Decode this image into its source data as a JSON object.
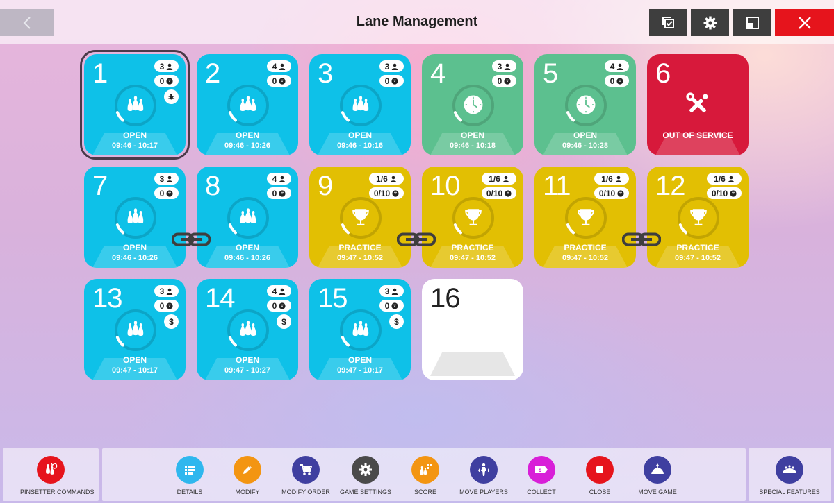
{
  "header": {
    "title": "Lane Management"
  },
  "colors": {
    "open": "#0ec1e8",
    "reserved": "#5cc08f",
    "practice": "#e2bf03",
    "out_of_service": "#d7193b",
    "empty": "#ffffff",
    "close_accent": "#e6141c"
  },
  "lanes": [
    {
      "number": "1",
      "players": "3",
      "balls": "0",
      "status": "OPEN",
      "time": "09:46 - 10:17",
      "icon": "pins-icon",
      "extra": "bug-icon",
      "progress": 0.08
    },
    {
      "number": "2",
      "players": "4",
      "balls": "0",
      "status": "OPEN",
      "time": "09:46 - 10:26",
      "icon": "pins-icon",
      "progress": 0.08
    },
    {
      "number": "3",
      "players": "3",
      "balls": "0",
      "status": "OPEN",
      "time": "09:46 - 10:16",
      "icon": "pins-icon",
      "progress": 0.08
    },
    {
      "number": "4",
      "players": "3",
      "balls": "0",
      "status": "OPEN",
      "time": "09:46 - 10:18",
      "icon": "clock-icon",
      "progress": 0.08
    },
    {
      "number": "5",
      "players": "4",
      "balls": "0",
      "status": "OPEN",
      "time": "09:46 - 10:28",
      "icon": "clock-icon",
      "progress": 0.08
    },
    {
      "number": "6",
      "status": "OUT OF SERVICE",
      "icon": "tools-icon"
    },
    {
      "number": "7",
      "players": "3",
      "balls": "0",
      "status": "OPEN",
      "time": "09:46 - 10:26",
      "icon": "pins-icon",
      "progress": 0.08
    },
    {
      "number": "8",
      "players": "4",
      "balls": "0",
      "status": "OPEN",
      "time": "09:46 - 10:26",
      "icon": "pins-icon",
      "progress": 0.08
    },
    {
      "number": "9",
      "players": "1/6",
      "balls": "0/10",
      "status": "PRACTICE",
      "time": "09:47 - 10:52",
      "icon": "trophy-icon",
      "progress": 0.08
    },
    {
      "number": "10",
      "players": "1/6",
      "balls": "0/10",
      "status": "PRACTICE",
      "time": "09:47 - 10:52",
      "icon": "trophy-icon",
      "progress": 0.08
    },
    {
      "number": "11",
      "players": "1/6",
      "balls": "0/10",
      "status": "PRACTICE",
      "time": "09:47 - 10:52",
      "icon": "trophy-icon",
      "progress": 0.08
    },
    {
      "number": "12",
      "players": "1/6",
      "balls": "0/10",
      "status": "PRACTICE",
      "time": "09:47 - 10:52",
      "icon": "trophy-icon",
      "progress": 0.08
    },
    {
      "number": "13",
      "players": "3",
      "balls": "0",
      "status": "OPEN",
      "time": "09:47 - 10:17",
      "icon": "pins-icon",
      "extra": "dollar-icon",
      "extra_text": "$",
      "progress": 0.08
    },
    {
      "number": "14",
      "players": "4",
      "balls": "0",
      "status": "OPEN",
      "time": "09:47 - 10:27",
      "icon": "pins-icon",
      "extra": "dollar-icon",
      "extra_text": "$",
      "progress": 0.08
    },
    {
      "number": "15",
      "players": "3",
      "balls": "0",
      "status": "OPEN",
      "time": "09:47 - 10:17",
      "icon": "pins-icon",
      "extra": "dollar-icon",
      "extra_text": "$",
      "progress": 0.08
    },
    {
      "number": "16"
    }
  ],
  "bottom_bar": {
    "pinsetter": {
      "label": "PINSETTER COMMANDS",
      "icon": "pinsetter-icon",
      "color": "#e6141c"
    },
    "actions": [
      {
        "label": "DETAILS",
        "icon": "details-icon",
        "color": "#2fb7ee"
      },
      {
        "label": "MODIFY",
        "icon": "pencil-icon",
        "color": "#f39512"
      },
      {
        "label": "MODIFY ORDER",
        "icon": "cart-icon",
        "color": "#3f3fa0"
      },
      {
        "label": "GAME SETTINGS",
        "icon": "gear-icon",
        "color": "#4a4a4a"
      },
      {
        "label": "SCORE",
        "icon": "score-icon",
        "color": "#f39512"
      },
      {
        "label": "MOVE PLAYERS",
        "icon": "move-players-icon",
        "color": "#3f3fa0"
      },
      {
        "label": "COLLECT",
        "icon": "collect-icon",
        "color": "#d81fd8"
      },
      {
        "label": "CLOSE",
        "icon": "stop-icon",
        "color": "#e6141c"
      },
      {
        "label": "MOVE GAME",
        "icon": "move-game-icon",
        "color": "#3f3fa0"
      }
    ],
    "special": {
      "label": "SPECIAL FEATURES",
      "icon": "special-features-icon",
      "color": "#3f3fa0"
    }
  }
}
